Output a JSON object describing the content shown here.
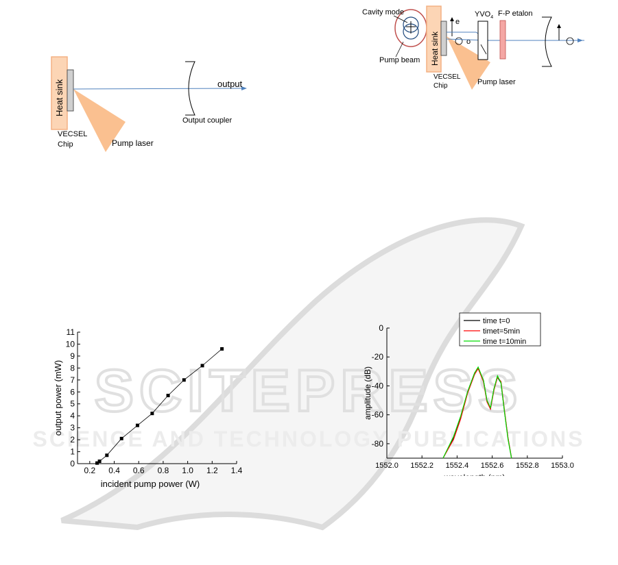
{
  "figure_a": {
    "heat_sink": "Heat sink",
    "chip_line1": "VECSEL",
    "chip_line2": "Chip",
    "pump": "Pump laser",
    "output": "output",
    "coupler": "Output coupler"
  },
  "figure_b": {
    "cavity_mode": "Cavity mode",
    "pump_beam": "Pump beam",
    "heat_sink": "Heat sink",
    "chip_line1": "VECSEL",
    "chip_line2": "Chip",
    "pump": "Pump laser",
    "e_label": "e",
    "o_label": "o",
    "crystal": "YVO",
    "crystal_sub": "4",
    "etalon": "F-P etalon"
  },
  "watermark": {
    "line1": "SCITEPRESS",
    "line2": "SCIENCE AND TECHNOLOGY PUBLICATIONS"
  },
  "chart_data": [
    {
      "type": "scatter",
      "xlabel": "incident pump power (W)",
      "ylabel": "output power (mW)",
      "xlim": [
        0.1,
        1.4
      ],
      "ylim": [
        0,
        11
      ],
      "x_ticks": [
        "0.2",
        "0.4",
        "0.6",
        "0.8",
        "1.0",
        "1.2",
        "1.4"
      ],
      "y_ticks": [
        "0",
        "1",
        "2",
        "3",
        "4",
        "5",
        "6",
        "7",
        "8",
        "9",
        "10",
        "11"
      ],
      "x": [
        0.26,
        0.28,
        0.34,
        0.46,
        0.59,
        0.71,
        0.84,
        0.97,
        1.12,
        1.28
      ],
      "y": [
        0.05,
        0.2,
        0.7,
        2.1,
        3.2,
        4.2,
        5.7,
        7.0,
        8.2,
        9.6
      ],
      "grid": false
    },
    {
      "type": "line",
      "xlabel": "wavelength (nm)",
      "ylabel": "amplitude (dB)",
      "xlim": [
        1552.0,
        1553.0
      ],
      "ylim": [
        -90,
        0
      ],
      "x_ticks": [
        "1552.0",
        "1552.2",
        "1552.4",
        "1552.6",
        "1552.8",
        "1553.0"
      ],
      "y_ticks": [
        "0",
        "-20",
        "-40",
        "-60",
        "-80"
      ],
      "legend": "top-right",
      "grid": false,
      "series": [
        {
          "name": "time t=0",
          "color": "#000000",
          "x": [
            1552.32,
            1552.38,
            1552.42,
            1552.46,
            1552.5,
            1552.52,
            1552.55,
            1552.57,
            1552.59,
            1552.61,
            1552.63,
            1552.65,
            1552.67,
            1552.69,
            1552.71
          ],
          "y": [
            -90,
            -76,
            -62,
            -44,
            -31,
            -28,
            -36,
            -50,
            -56,
            -42,
            -34,
            -38,
            -58,
            -76,
            -90
          ]
        },
        {
          "name": "timet=5min",
          "color": "#ff0000",
          "x": [
            1552.32,
            1552.38,
            1552.42,
            1552.46,
            1552.5,
            1552.52,
            1552.55,
            1552.57,
            1552.59,
            1552.61,
            1552.63,
            1552.65,
            1552.67,
            1552.69,
            1552.71
          ],
          "y": [
            -90,
            -77,
            -63,
            -45,
            -32,
            -28,
            -37,
            -51,
            -56,
            -43,
            -34,
            -37,
            -57,
            -76,
            -90
          ]
        },
        {
          "name": "time t=10min",
          "color": "#00dd00",
          "x": [
            1552.32,
            1552.38,
            1552.42,
            1552.46,
            1552.5,
            1552.52,
            1552.55,
            1552.57,
            1552.59,
            1552.61,
            1552.63,
            1552.65,
            1552.67,
            1552.69,
            1552.71
          ],
          "y": [
            -90,
            -75,
            -61,
            -44,
            -31,
            -27,
            -36,
            -50,
            -55,
            -42,
            -33,
            -38,
            -58,
            -77,
            -90
          ]
        }
      ]
    }
  ]
}
